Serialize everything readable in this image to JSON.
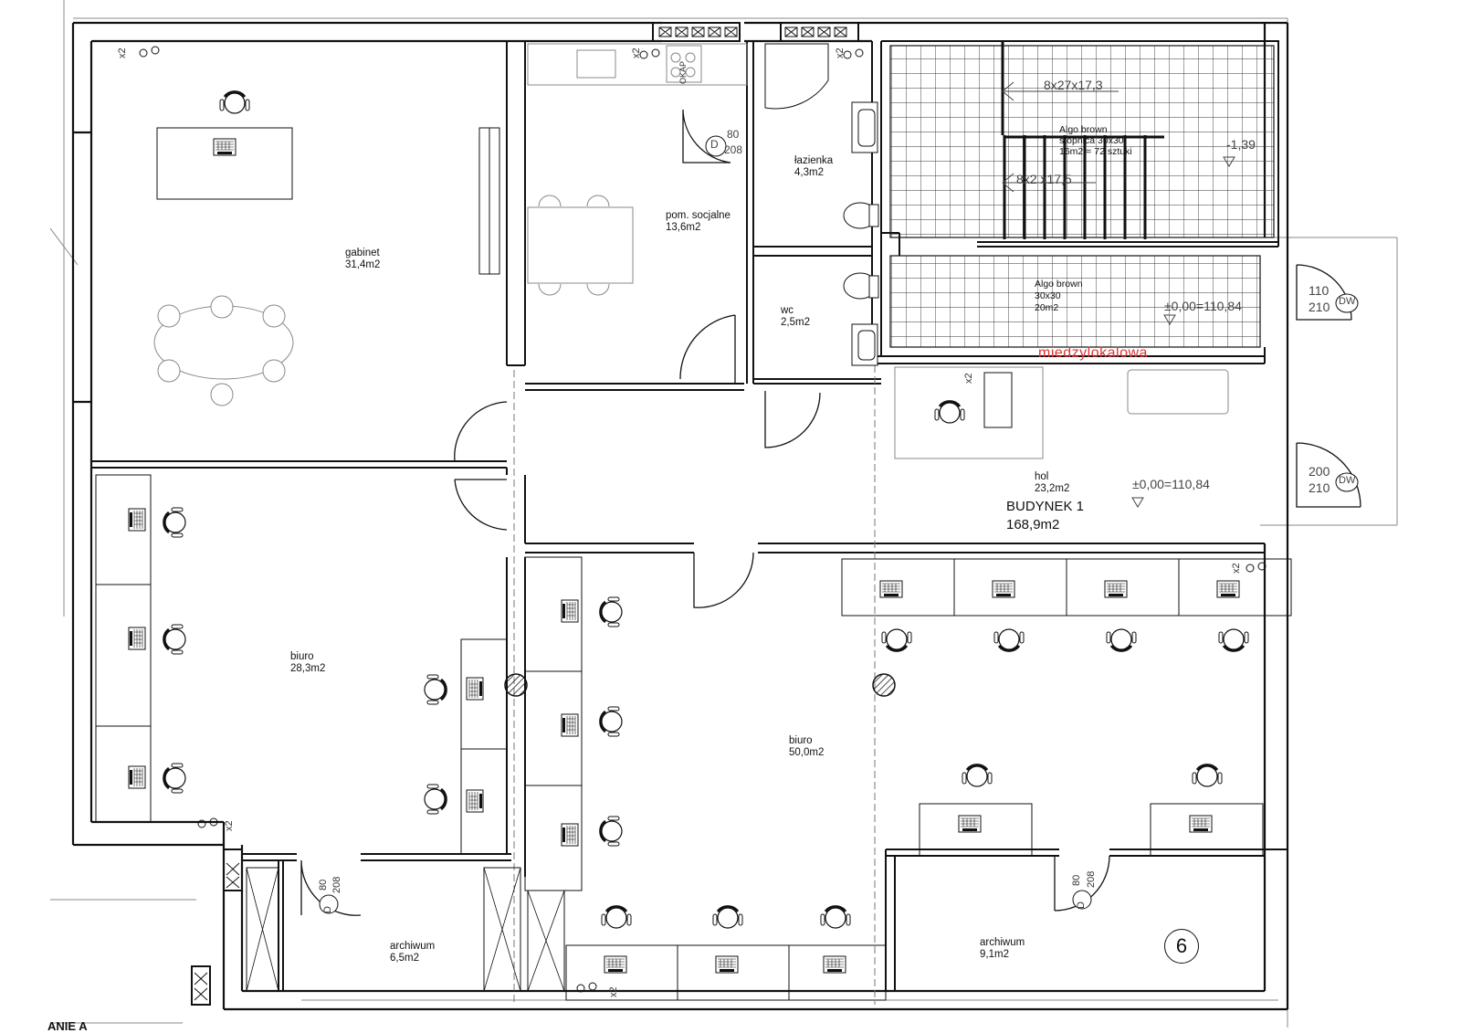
{
  "rooms": {
    "gabinet": {
      "name": "gabinet",
      "area": "31,4m2"
    },
    "socjalne": {
      "name": "pom. socjalne",
      "area": "13,6m2"
    },
    "lazienka": {
      "name": "łazienka",
      "area": "4,3m2"
    },
    "wc": {
      "name": "wc",
      "area": "2,5m2"
    },
    "hol": {
      "name": "hol",
      "area": "23,2m2"
    },
    "biuro_left": {
      "name": "biuro",
      "area": "28,3m2"
    },
    "biuro_main": {
      "name": "biuro",
      "area": "50,0m2"
    },
    "archiwum_left": {
      "name": "archiwum",
      "area": "6,5m2"
    },
    "archiwum_right": {
      "name": "archiwum",
      "area": "9,1m2"
    }
  },
  "building": {
    "name": "BUDYNEK 1",
    "area": "168,9m2"
  },
  "stairs": {
    "upper_dim": "8x27x17,3",
    "lower_dim": "8x2 x17,5",
    "finish_line1": "Algo brown",
    "finish_line2": "stopnica 30x30",
    "finish_line3": "16m2 = 72 sztuki",
    "level": "-1,39"
  },
  "landing": {
    "line1": "Algo brown",
    "line2": "30x30",
    "line3": "20m2",
    "level": "±0,00=110,84"
  },
  "hol_level": "±0,00=110,84",
  "wall_label": "miedzylokalowa",
  "doors": {
    "d1": {
      "type": "D",
      "w": "80",
      "h": "208"
    },
    "d2": {
      "type": "D",
      "w": "80",
      "h": "208"
    },
    "d3": {
      "type": "D",
      "w": "80",
      "h": "208"
    },
    "dw1": {
      "type": "DW",
      "w": "110",
      "h": "210"
    },
    "dw2": {
      "type": "DW",
      "w": "200",
      "h": "210"
    }
  },
  "socket_mark": "x2",
  "appliance_mark": "OKAP",
  "section_number": "6",
  "corner_text": "ANIE A"
}
